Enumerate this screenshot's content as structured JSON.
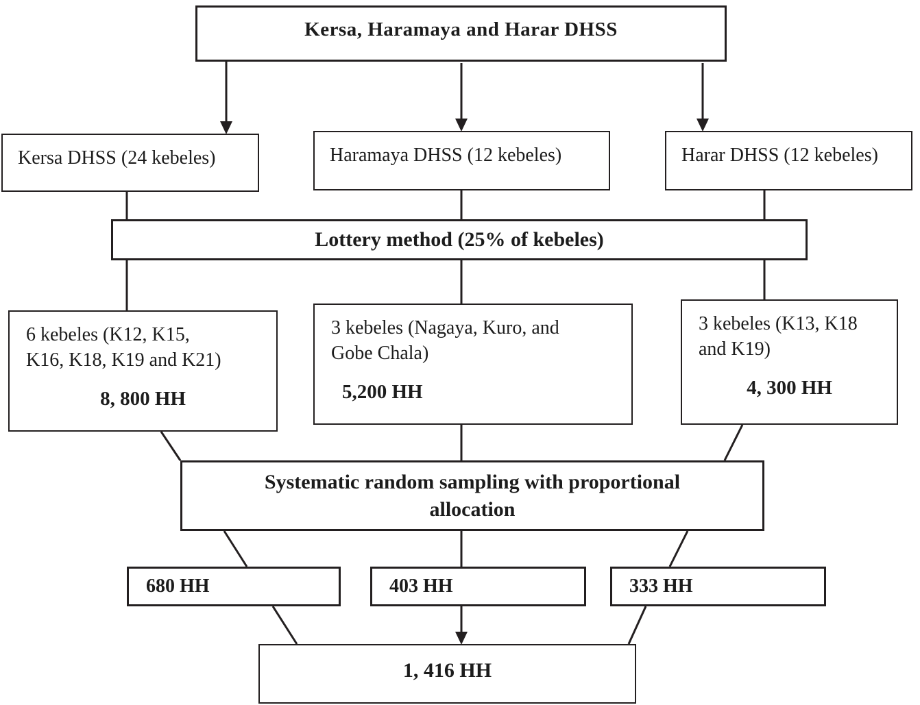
{
  "diagram": {
    "top": {
      "label": "Kersa, Haramaya and Harar DHSS"
    },
    "sites": [
      {
        "label": "Kersa DHSS (24 kebeles)"
      },
      {
        "label": "Haramaya DHSS (12 kebeles)"
      },
      {
        "label": "Harar DHSS (12 kebeles)"
      }
    ],
    "lottery": {
      "label": "Lottery method (25% of kebeles)"
    },
    "selected_kebeles": [
      {
        "line1": "6 kebeles (K12, K15,",
        "line2": "K16, K18, K19 and K21)",
        "households": "8, 800 HH"
      },
      {
        "line1": "3 kebeles (Nagaya, Kuro, and",
        "line2": "Gobe Chala)",
        "households": "5,200 HH"
      },
      {
        "line1": "3 kebeles (K13, K18",
        "line2": "and K19)",
        "households": "4, 300 HH"
      }
    ],
    "sampling": {
      "line1": "Systematic random sampling with proportional",
      "line2": "allocation"
    },
    "sampled": [
      {
        "label": "680 HH"
      },
      {
        "label": "403 HH"
      },
      {
        "label": "333 HH"
      }
    ],
    "total": {
      "label": "1, 416 HH"
    }
  },
  "colors": {
    "line": "#231f20",
    "text": "#1c1c1c",
    "background": "#ffffff"
  }
}
